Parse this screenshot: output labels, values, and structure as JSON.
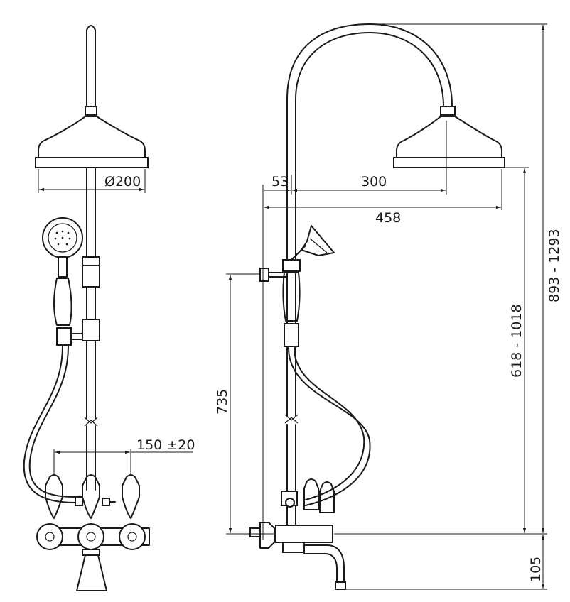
{
  "front_view": {
    "diameter_label": "Ø200",
    "spacing_label": "150 ±20"
  },
  "side_view": {
    "offset_53_label": "53",
    "offset_300_label": "300",
    "reach_label": "458",
    "height_735_label": "735",
    "head_height_label": "618 - 1018",
    "total_height_label": "893 - 1293",
    "spout_height_label": "105"
  }
}
